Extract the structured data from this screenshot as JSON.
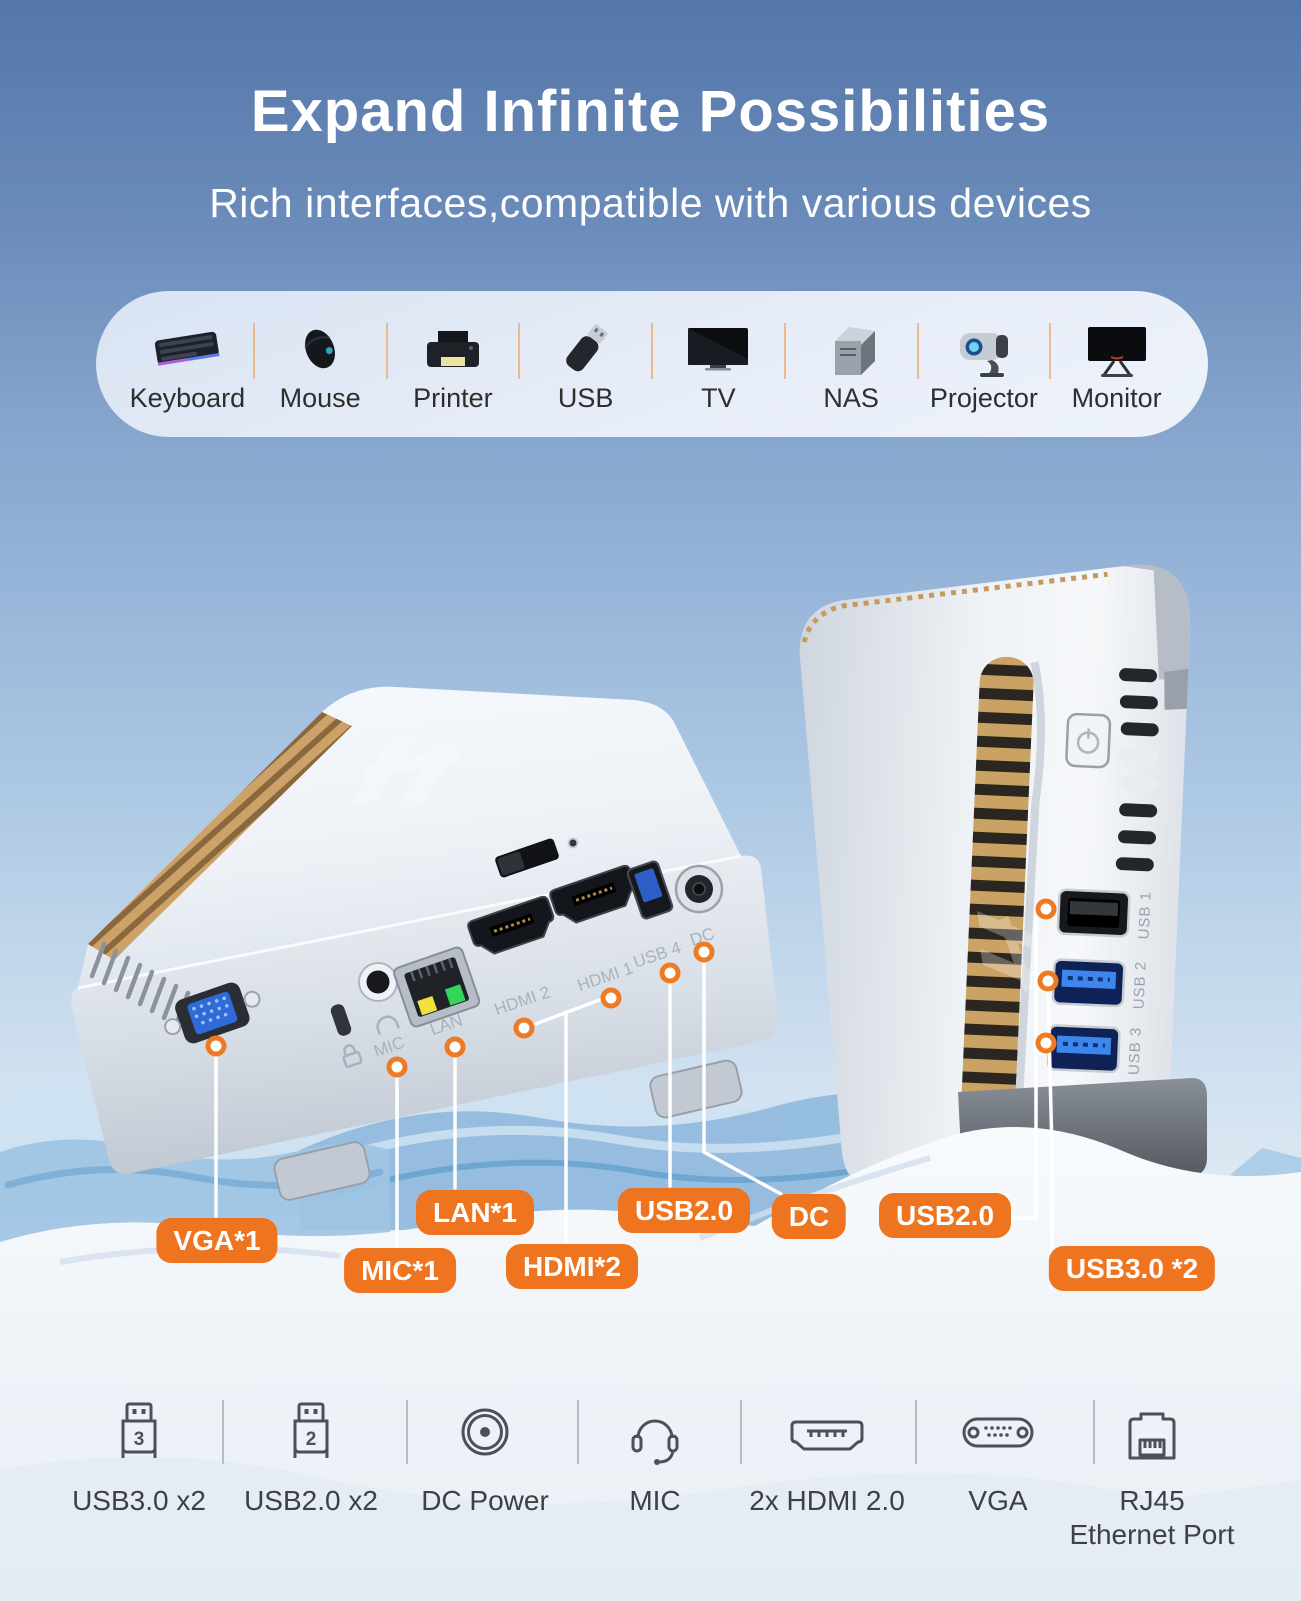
{
  "header": {
    "title": "Expand Infinite Possibilities",
    "subtitle": "Rich interfaces,compatible with various devices"
  },
  "devices_bar": {
    "items": [
      {
        "icon": "keyboard-icon",
        "label": "Keyboard"
      },
      {
        "icon": "mouse-icon",
        "label": "Mouse"
      },
      {
        "icon": "printer-icon",
        "label": "Printer"
      },
      {
        "icon": "usb-drive-icon",
        "label": "USB"
      },
      {
        "icon": "tv-icon",
        "label": "TV"
      },
      {
        "icon": "nas-icon",
        "label": "NAS"
      },
      {
        "icon": "projector-icon",
        "label": "Projector"
      },
      {
        "icon": "monitor-icon",
        "label": "Monitor"
      }
    ]
  },
  "pc_back_panel": {
    "engraved_labels": {
      "mic": "MIC",
      "lan": "LAN",
      "hdmi2": "HDMI 2",
      "hdmi1": "HDMI 1",
      "usb4": "USB 4",
      "dc": "DC"
    }
  },
  "pc_side_panel": {
    "engraved_labels": {
      "usb1": "USB 1",
      "usb2": "USB 2",
      "usb3": "USB 3"
    }
  },
  "callouts": {
    "vga": "VGA*1",
    "mic": "MIC*1",
    "lan": "LAN*1",
    "hdmi": "HDMI*2",
    "usb2_back": "USB2.0",
    "dc": "DC",
    "usb2_side": "USB2.0",
    "usb3_side": "USB3.0 *2"
  },
  "ports_row": {
    "items": [
      {
        "icon": "usb3-port-icon",
        "digit": "3",
        "label": "USB3.0 x2"
      },
      {
        "icon": "usb2-port-icon",
        "digit": "2",
        "label": "USB2.0 x2"
      },
      {
        "icon": "dc-power-icon",
        "label": "DC Power"
      },
      {
        "icon": "mic-headset-icon",
        "label": "MIC"
      },
      {
        "icon": "hdmi-port-icon",
        "label": "2x HDMI 2.0"
      },
      {
        "icon": "vga-port-icon",
        "label": "VGA"
      },
      {
        "icon": "rj45-port-icon",
        "label_line1": "RJ45",
        "label_line2": "Ethernet Port"
      }
    ]
  },
  "colors": {
    "accent_orange": "#ee7420",
    "divider_orange": "#eab98e",
    "sky_top": "#5476a9",
    "sky_mid": "#96b4d8",
    "sky_low": "#d4e4f1",
    "pill_background": "#e7edf8",
    "leader_line": "#ffffff",
    "usb3_blue": "#3f86ec",
    "gold_vent": "#c9a264",
    "label_text": "#3d4045"
  }
}
